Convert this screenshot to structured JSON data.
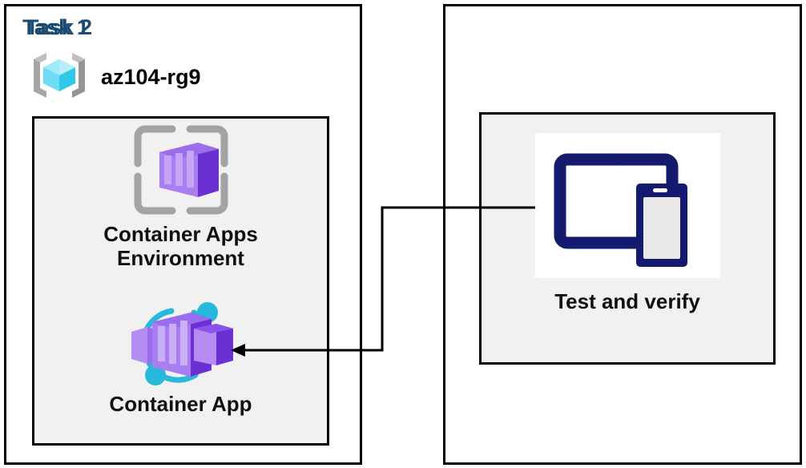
{
  "diagram": {
    "title_color": "#1b4a72",
    "panel_border_color": "#000000",
    "inner_fill": "#f1f1f1",
    "connector_color": "#000000"
  },
  "task1": {
    "title": "Task 1",
    "resource_group": {
      "name": "az104-rg9",
      "icon": "resource-group-icon"
    },
    "resources": [
      {
        "label": "Container Apps\nEnvironment",
        "icon": "container-apps-environment-icon"
      },
      {
        "label": "Container App",
        "icon": "container-app-icon"
      }
    ]
  },
  "task2": {
    "title": "Task 2",
    "resources": [
      {
        "label": "Test and verify",
        "icon": "test-and-verify-devices-icon"
      }
    ]
  },
  "connector": {
    "name": "task2-to-container-app-arrow",
    "from": "Test and verify",
    "to": "Container App",
    "arrowhead": "left"
  }
}
